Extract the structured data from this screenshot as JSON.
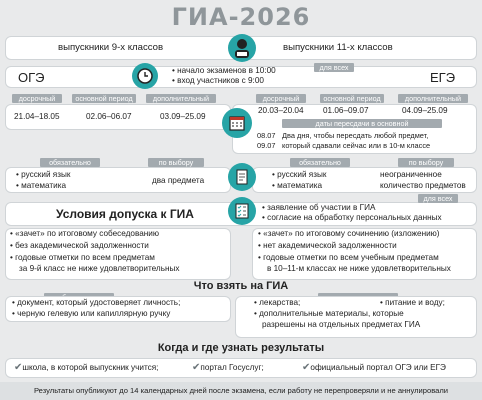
{
  "title": "ГИА-2026",
  "header": {
    "left": "выпускники 9-х классов",
    "right": "выпускники 11-х классов"
  },
  "exam": {
    "tag": "для всех",
    "left": "ОГЭ",
    "right": "ЕГЭ",
    "lines": [
      "начало экзаменов в 10:00",
      "вход участников с 9:00"
    ]
  },
  "periods": {
    "labels": [
      "досрочный",
      "основной период",
      "дополнительный"
    ],
    "oge": [
      "21.04–18.05",
      "02.06–06.07",
      "03.09–25.09"
    ],
    "ege": [
      "20.03–20.04",
      "01.06–09.07",
      "04.09–25.09"
    ],
    "retake_tag": "даты пересдачи в основной",
    "retake_dates": [
      "08.07",
      "09.07"
    ],
    "retake_text": [
      "Два дня, чтобы пересдать любой предмет,",
      "который сдавали сейчас или в 10-м классе"
    ]
  },
  "subjects": {
    "tags": [
      "обязательно",
      "по выбору"
    ],
    "oge": {
      "mandatory": [
        "русский язык",
        "математика"
      ],
      "choice": "два предмета"
    },
    "ege": {
      "mandatory": [
        "русский язык",
        "математика"
      ],
      "choice": [
        "неограниченное",
        "количество предметов"
      ]
    }
  },
  "admission": {
    "title": "Условия допуска к ГИА",
    "tag": "для всех",
    "all": [
      "заявление об участии в ГИА",
      "согласие на обработку персональных данных"
    ],
    "oge": [
      "«зачет» по итоговому собеседованию",
      "без академической задолженности",
      "годовые отметки по всем предметам",
      "за 9-й класс не ниже удовлетворительных"
    ],
    "ege": [
      "«зачет» по итоговому сочинению (изложению)",
      "нет академической задолженности",
      "годовые отметки по всем учебным предметам",
      "в 10–11-м классах не ниже удовлетворительных"
    ]
  },
  "take": {
    "title": "Что взять на ГИА",
    "tags": [
      "обязательно",
      "дополнительно"
    ],
    "mandatory": [
      "документ, который удостоверяет личность;",
      "черную гелевую или капиллярную ручку"
    ],
    "extra": [
      "лекарства;",
      "питание и воду;",
      "дополнительные материалы, которые",
      "разрешены на отдельных предметах ГИА"
    ]
  },
  "results": {
    "title": "Когда и где узнать результаты",
    "items": [
      "школа, в которой выпускник учится;",
      "портал Госуслуг;",
      "официальный портал ОГЭ или ЕГЭ"
    ],
    "note": "Результаты опубликуют до 14 календарных дней после экзамена, если работу не перепроверяли и не аннулировали"
  },
  "colors": {
    "teal": "#27a4a6",
    "gray_tag": "#a3aaaf",
    "title_gray": "#8f969a"
  }
}
